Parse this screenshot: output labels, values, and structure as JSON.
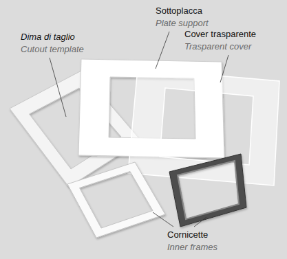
{
  "diagram": {
    "labels": [
      "Sottoplacca",
      "Plate support",
      "Dima di taglio",
      "Cutout template",
      "Cover trasparente",
      "Trasparent cover",
      "Cornicette",
      "Inner frames"
    ]
  }
}
